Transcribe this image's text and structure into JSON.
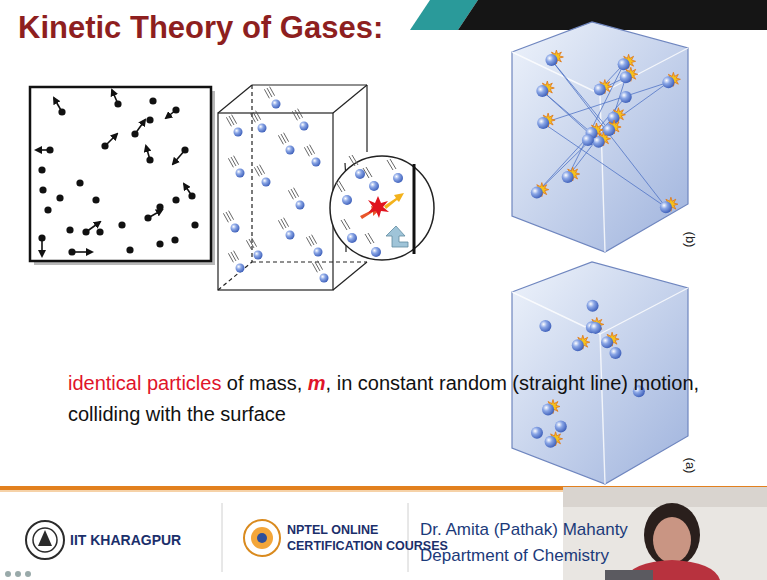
{
  "diagram": {
    "title": "Kinetic Theory of Gases:",
    "labels": [
      "identical particles",
      "of mass,",
      "m",
      ", in constant random (straight line) motion, colliding with the surface",
      "IIT KHARAGPUR",
      "NPTEL ONLINE CERTIFICATION COURSES",
      "Dr. Amita (Pathak) Mahanty",
      "Department of Chemistry",
      "(b)",
      "(a)"
    ]
  }
}
